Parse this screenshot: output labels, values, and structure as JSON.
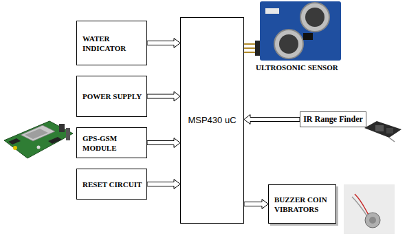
{
  "diagram": {
    "nodes": [
      {
        "text": [
          "WATER INDICATOR"
        ]
      },
      {
        "text": [
          "POWER SUPPLY"
        ]
      },
      {
        "text": [
          "GPS-GSM MODULE"
        ]
      },
      {
        "text": [
          "RESET CIRCUIT"
        ]
      },
      {
        "text": [
          "MSP430 uC"
        ]
      },
      {
        "text": [
          "IR Range Finder"
        ]
      },
      {
        "text": [
          "BUZZER COIN VIBRATORS"
        ]
      }
    ],
    "edges": [
      {
        "from": 0,
        "to": 4,
        "arrow": "to"
      },
      {
        "from": 1,
        "to": 4,
        "arrow": "to"
      },
      {
        "from": 2,
        "to": 4,
        "arrow": "to"
      },
      {
        "from": 3,
        "to": 4,
        "arrow": "to"
      },
      {
        "from": 5,
        "to": 4,
        "arrow": "to"
      },
      {
        "from": 4,
        "to": 6,
        "arrow": "to"
      }
    ],
    "labels": [
      "ULTROSONIC SENSOR"
    ]
  }
}
